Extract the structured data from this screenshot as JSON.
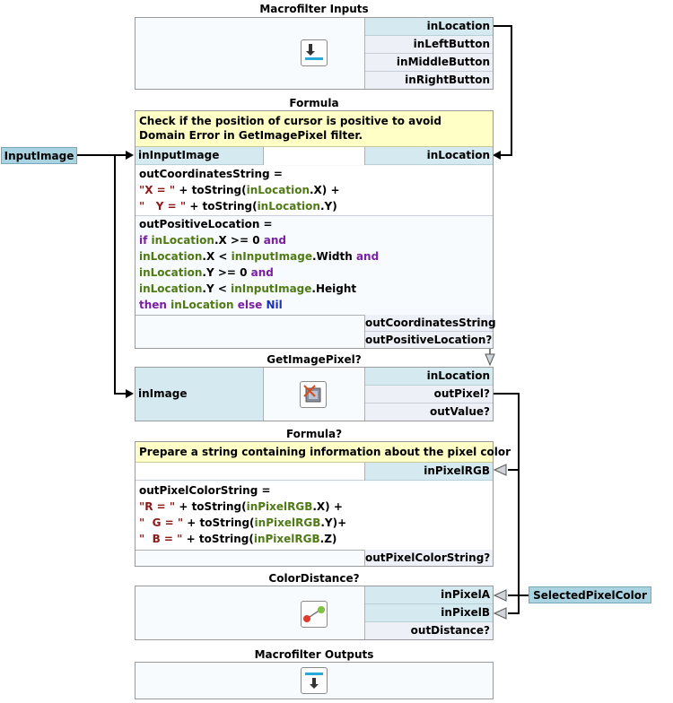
{
  "blocks": {
    "macro_inputs": {
      "title": "Macrofilter Inputs",
      "ports": [
        "inLocation",
        "inLeftButton",
        "inMiddleButton",
        "inRightButton"
      ]
    },
    "formula1": {
      "title": "Formula",
      "comment": "Check if the position of cursor is positive to avoid Domain Error in GetImagePixel filter.",
      "in_left": "inInputImage",
      "in_right": "inLocation",
      "outputs": [
        "outCoordinatesString",
        "outPositiveLocation?"
      ]
    },
    "get_image_pixel": {
      "title": "GetImagePixel?",
      "in_left": "inImage",
      "ports": [
        "inLocation",
        "outPixel?",
        "outValue?"
      ]
    },
    "formula2": {
      "title": "Formula?",
      "comment": "Prepare a string containing information about the pixel color",
      "in_right": "inPixelRGB",
      "outputs": [
        "outPixelColorString?"
      ]
    },
    "color_distance": {
      "title": "ColorDistance?",
      "ports": [
        "inPixelA",
        "inPixelB",
        "outDistance?"
      ]
    },
    "macro_outputs": {
      "title": "Macrofilter Outputs"
    }
  },
  "external": {
    "input_image": "InputImage",
    "selected_pixel_color": "SelectedPixelColor"
  },
  "colors": {
    "string": "#8b1a1a",
    "keyword": "#7a1fa2",
    "variable": "#4f7a15",
    "nil": "#1a2fb5",
    "comment_bg": "#ffffc6",
    "input_port_bg": "#d4e9f0",
    "external_bg": "#a9d3e1"
  }
}
